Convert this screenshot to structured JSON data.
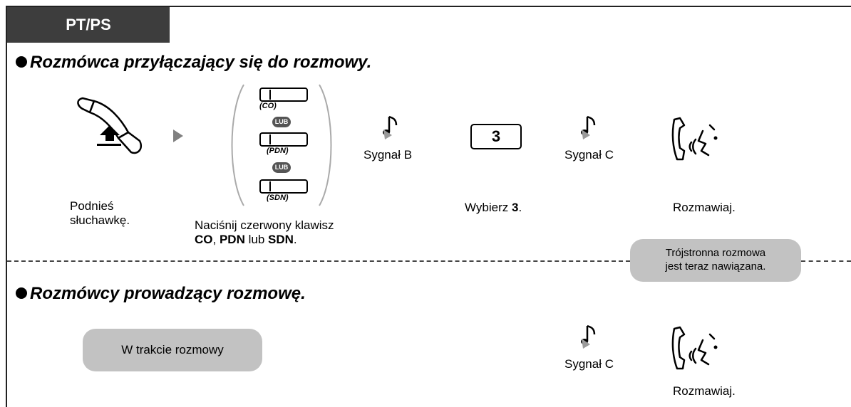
{
  "tab": {
    "label": "PT/PS"
  },
  "section1": {
    "heading": "Rozmówca przyłączający się do rozmowy.",
    "step1_label": [
      "Podnieś",
      "słuchawkę."
    ],
    "keys": [
      {
        "sub": "(CO)"
      },
      {
        "sub": "(PDN)"
      },
      {
        "sub": "(SDN)"
      }
    ],
    "lub": "LUB",
    "step2_text": "Naciśnij czerwony klawisz",
    "step2_co": "CO",
    "step2_sep1": ", ",
    "step2_pdn": "PDN",
    "step2_sep2": " lub ",
    "step2_sdn": "SDN",
    "step2_end": ".",
    "tone_b": "Sygnał B",
    "dial_key": "3",
    "dial_label": "Wybierz ",
    "dial_value": "3",
    "dial_end": ".",
    "tone_c": "Sygnał C",
    "talk_label": "Rozmawiaj."
  },
  "note": {
    "line1": "Trójstronna rozmowa",
    "line2": "jest teraz nawiązana."
  },
  "section2": {
    "heading": "Rozmówcy prowadzący rozmowę.",
    "status": "W trakcie rozmowy",
    "tone_c": "Sygnał C",
    "talk_label": "Rozmawiaj."
  }
}
